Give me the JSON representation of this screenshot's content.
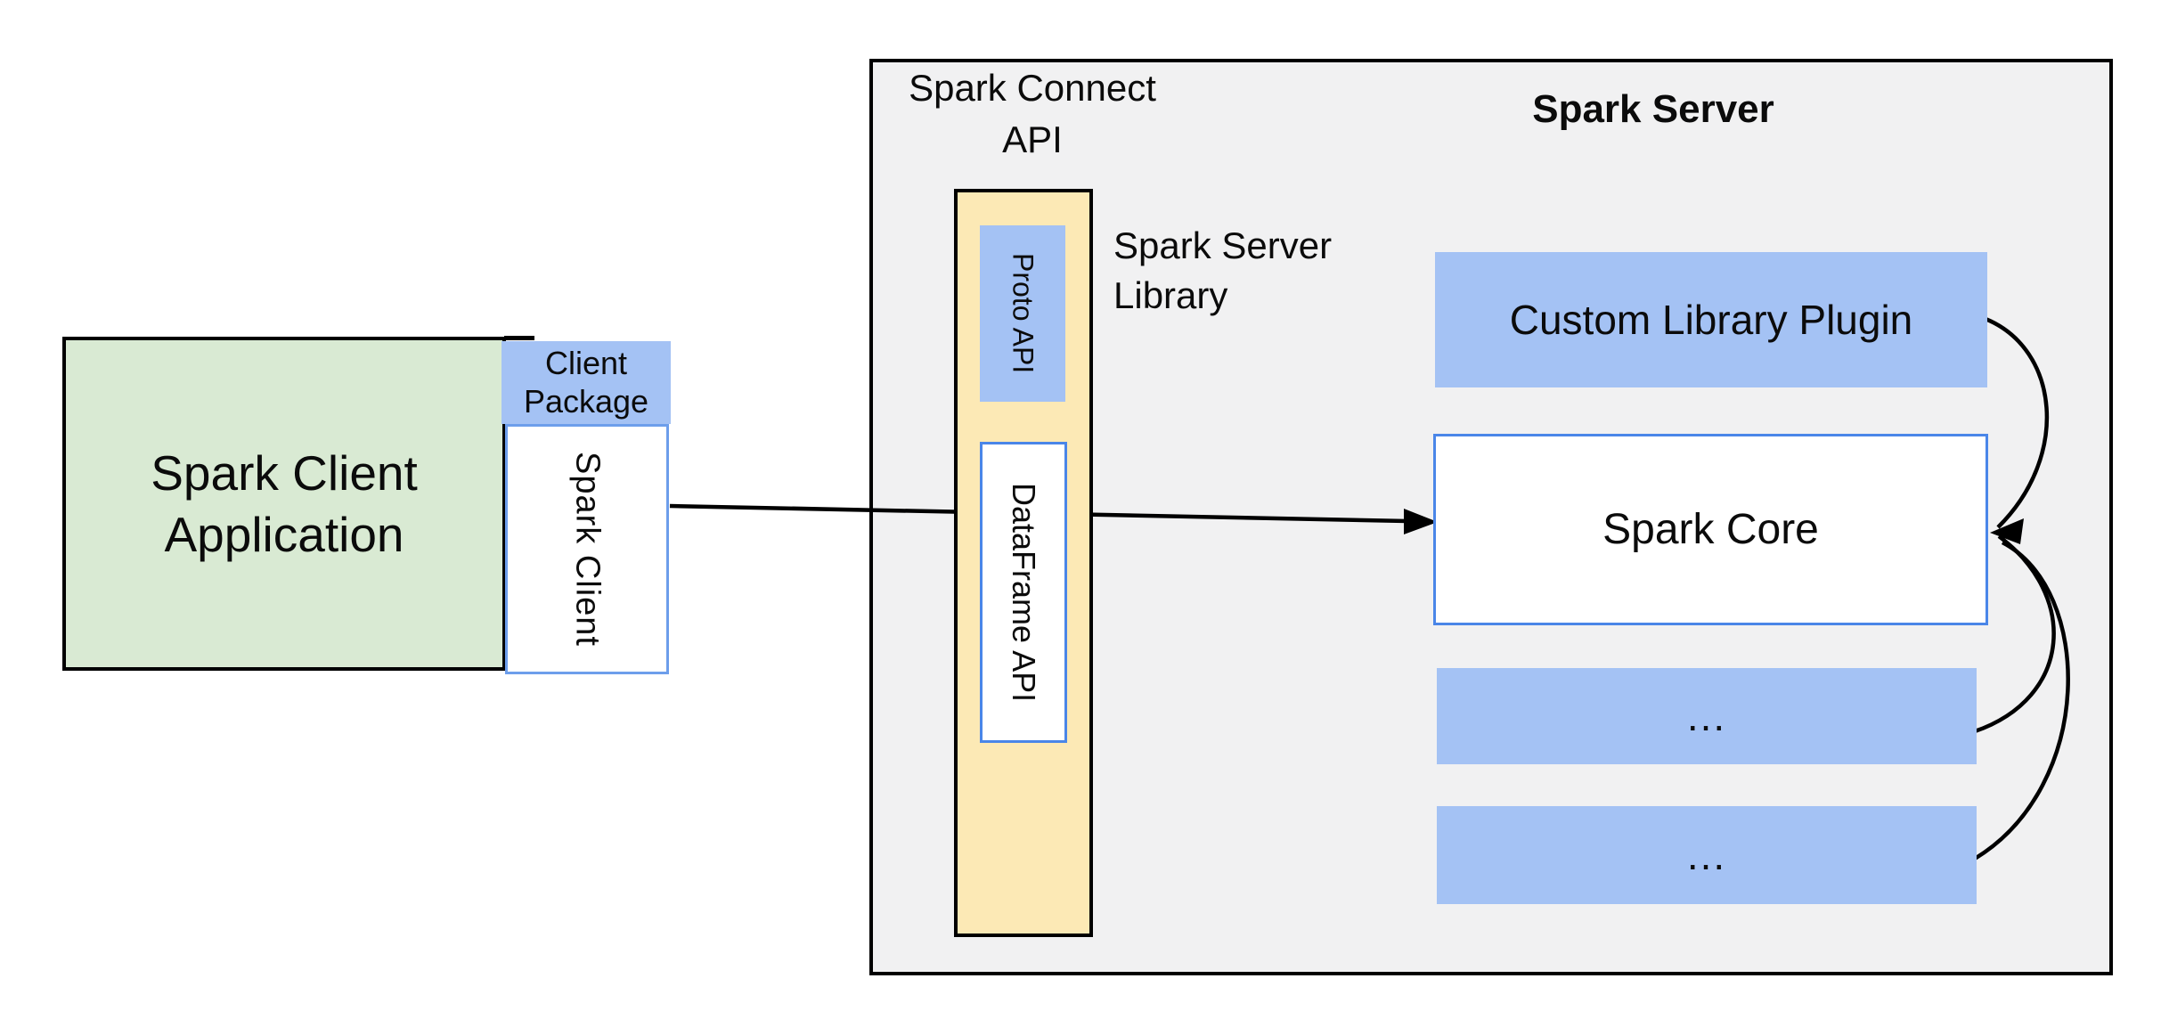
{
  "diagram": {
    "client": {
      "app_label": "Spark Client\nApplication",
      "package_label": "Client\nPackage",
      "client_label": "Spark Client"
    },
    "connect": {
      "api_label": "Spark Connect\nAPI",
      "proto_label": "Proto API",
      "dataframe_label": "DataFrame API",
      "library_label": "Spark Server\nLibrary"
    },
    "server": {
      "title": "Spark Server",
      "plugin_label": "Custom Library Plugin",
      "core_label": "Spark Core",
      "ellipsis_1": "...",
      "ellipsis_2": "..."
    },
    "arrows": [
      {
        "name": "client-to-spark-core",
        "from": "Spark Client",
        "to": "Spark Core",
        "style": "straight"
      },
      {
        "name": "plugin-to-spark-core",
        "from": "Custom Library Plugin",
        "to": "Spark Core",
        "style": "curved"
      },
      {
        "name": "module1-to-spark-core",
        "from": "...",
        "to": "Spark Core",
        "style": "curved"
      },
      {
        "name": "module2-to-spark-core",
        "from": "...",
        "to": "Spark Core",
        "style": "curved"
      }
    ],
    "colors": {
      "green_fill": "#d9ead3",
      "blue_fill": "#a4c2f4",
      "yellow_fill": "#fce9b5",
      "panel_gray": "#f1f1f2",
      "blue_border": "#4a86e8",
      "blue_border_light": "#6d9eeb",
      "line_black": "#000000"
    }
  }
}
